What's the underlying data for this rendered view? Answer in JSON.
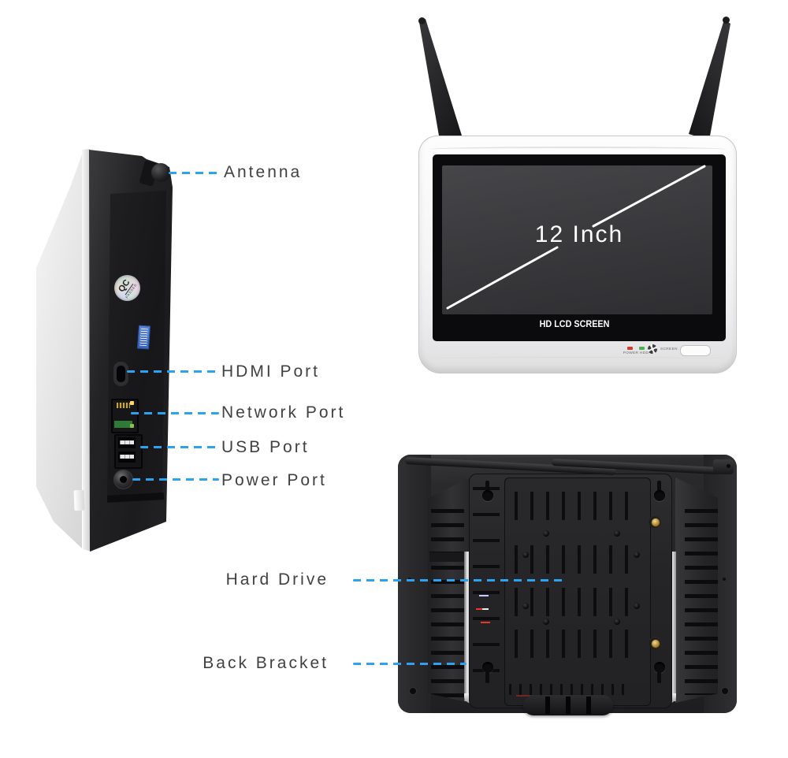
{
  "colors": {
    "callout": "#2ba3f2",
    "label": "#414141"
  },
  "callouts": {
    "antenna": "Antenna",
    "hdmi": "HDMI Port",
    "network": "Network Port",
    "usb": "USB Port",
    "power": "Power Port",
    "hard_drive": "Hard Drive",
    "back_bracket": "Back Bracket"
  },
  "front_view": {
    "size_label": "12 Inch",
    "brand_label": "HD LCD SCREEN",
    "power_hdd_label": "POWER HDD",
    "screen_label": "SCREEN"
  },
  "side_view": {
    "qc_sticker_line1": "QC",
    "qc_sticker_line2": "PASSED"
  }
}
